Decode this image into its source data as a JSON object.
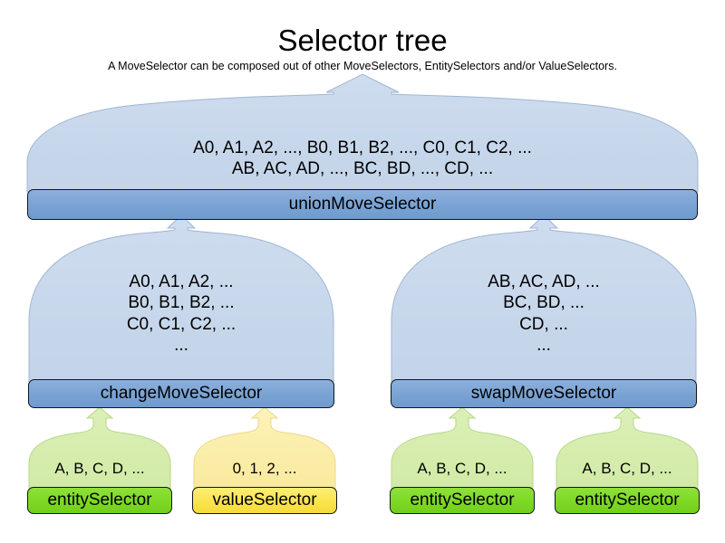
{
  "header": {
    "title": "Selector tree",
    "subtitle": "A MoveSelector can be composed out of other MoveSelectors, EntitySelectors and/or ValueSelectors."
  },
  "colors": {
    "balloon_blue": "#C9D9EC",
    "box_blue": "#7AA3D4",
    "balloon_green": "#D6EDAE",
    "box_green": "#7DD924",
    "balloon_yellow": "#FBEEA8",
    "box_yellow": "#FAE44F",
    "border": "#000000",
    "text": "#000000",
    "background": "#FFFFFF"
  },
  "nodes": [
    {
      "id": "union-move-selector",
      "label": "unionMoveSelector",
      "kind": "move-selector",
      "color": "blue",
      "contents": "A0, A1, A2, ..., B0, B1, B2, ..., C0, C1, C2, ...\nAB, AC, AD, ..., BC, BD, ..., CD, ..."
    },
    {
      "id": "change-move-selector",
      "label": "changeMoveSelector",
      "kind": "move-selector",
      "color": "blue",
      "contents": "A0, A1, A2, ...\nB0, B1, B2, ...\nC0, C1, C2, ...\n..."
    },
    {
      "id": "swap-move-selector",
      "label": "swapMoveSelector",
      "kind": "move-selector",
      "color": "blue",
      "contents": "AB, AC, AD, ...\nBC, BD, ...\nCD, ...\n..."
    },
    {
      "id": "entity-selector-1",
      "label": "entitySelector",
      "kind": "entity-selector",
      "color": "green",
      "contents": "A, B, C, D, ..."
    },
    {
      "id": "value-selector-1",
      "label": "valueSelector",
      "kind": "value-selector",
      "color": "yellow",
      "contents": "0, 1, 2, ..."
    },
    {
      "id": "entity-selector-2",
      "label": "entitySelector",
      "kind": "entity-selector",
      "color": "green",
      "contents": "A, B, C, D, ..."
    },
    {
      "id": "entity-selector-3",
      "label": "entitySelector",
      "kind": "entity-selector",
      "color": "green",
      "contents": "A, B, C, D, ..."
    }
  ]
}
